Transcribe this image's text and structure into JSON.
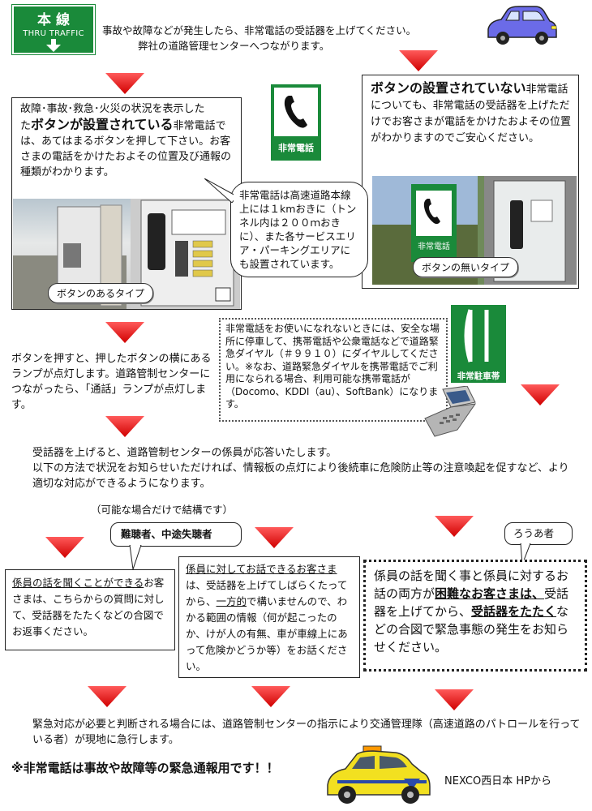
{
  "header": {
    "sign_title": "本 線",
    "sign_sub": "THRU TRAFFIC",
    "intro_line1": "事故や故障などが発生したら、非常電話の受話器を上げてください。",
    "intro_line2": "弊社の道路管理センターへつながります。"
  },
  "box_with_button": {
    "text_a": "故障･事故･救急･火災の状況を表示した",
    "text_b_bold": "ボタンが設置されている",
    "text_b_rest": "非常電",
    "text_c": "話では、あてはまるボタンを押して下さい。お客さまの電話をかけたおよその位置及び通報の種類がわかります。",
    "photo_label": "ボタンのあるタイプ"
  },
  "sign_phone": {
    "label": "非常電話"
  },
  "box_without_button": {
    "title_bold": "ボタンの設置されていない",
    "title_rest": "非常",
    "body": "電話についても、非常電話の受話器を上げただけでお客さまが電話をかけたおよその位置がわかりますのでご安心ください。",
    "photo_label": "ボタンの無いタイプ",
    "photo_sign_text": "非常電話"
  },
  "spacing_bubble": {
    "text": "非常電話は高速道路本線上には１kmおきに（トンネル内は２００ｍおきに）、また各サービスエリア・パーキングエリアにも設置されています。"
  },
  "lamp_text": "ボタンを押すと、押したボタンの横にあるランプが点灯します。道路管制センターにつながったら、「通話」ランプが点灯します。",
  "mobile_box": {
    "text": "非常電話をお使いになれないときには、安全な場所に停車して、携帯電話や公衆電話などで道路緊急ダイヤル（＃９９１０）にダイヤルしてください。※なお、道路緊急ダイヤルを携帯電話でご利用になられる場合、利用可能な携帯電話が（Docomo、KDDI（au）、SoftBank）になります。"
  },
  "parking_sign": {
    "label": "非常駐車帯"
  },
  "response": {
    "line1": "受話器を上げると、道路管制センターの係員が応答いたします。",
    "line2": "以下の方法で状況をお知らせいただければ、情報板の点灯により後続車に危険防止等の注意喚起を促すなど、より適切な対応ができるようになります。"
  },
  "optional_note": "（可能な場合だけで結構です）",
  "tag_hearing": "難聴者、中途失聴者",
  "tag_deaf": "ろうあ者",
  "case1": {
    "ul": "係員の話を聞くことができる",
    "rest": "お客さまは、こちらからの質問に対して、受話器をたたくなどの合図でお返事ください。"
  },
  "case2": {
    "ul": "係員に対してお話できるお客さま",
    "p1": "は、受話器を上げてしばらくたってから、",
    "ul2": "一方的",
    "p2": "で構いませんので、わかる範囲の情報（何が起こったのか、けが人の有無、車が車線上にあって危険かどうか等）をお話ください。"
  },
  "case3": {
    "p1": "係員の話を聞く事と係員に対するお話の両方が",
    "ul": "困難なお客さまは、",
    "p2": "受話器を上げてから、",
    "ul2": "受話器をたたく",
    "p3": "などの合図で緊急事態の発生をお知らせください。"
  },
  "patrol": {
    "text": "緊急対応が必要と判断される場合には、道路管制センターの指示により交通管理隊（高速道路のパトロールを行っている者）が現地に急行します。"
  },
  "footer": {
    "warning": "※非常電話は事故や故障等の緊急通報用です！！",
    "source": "NEXCO西日本 HPから"
  },
  "colors": {
    "arrow_red": "#e81818",
    "sign_green": "#1a8a3a",
    "car_blue": "#6666e0",
    "patrol_yellow": "#f2e020"
  }
}
